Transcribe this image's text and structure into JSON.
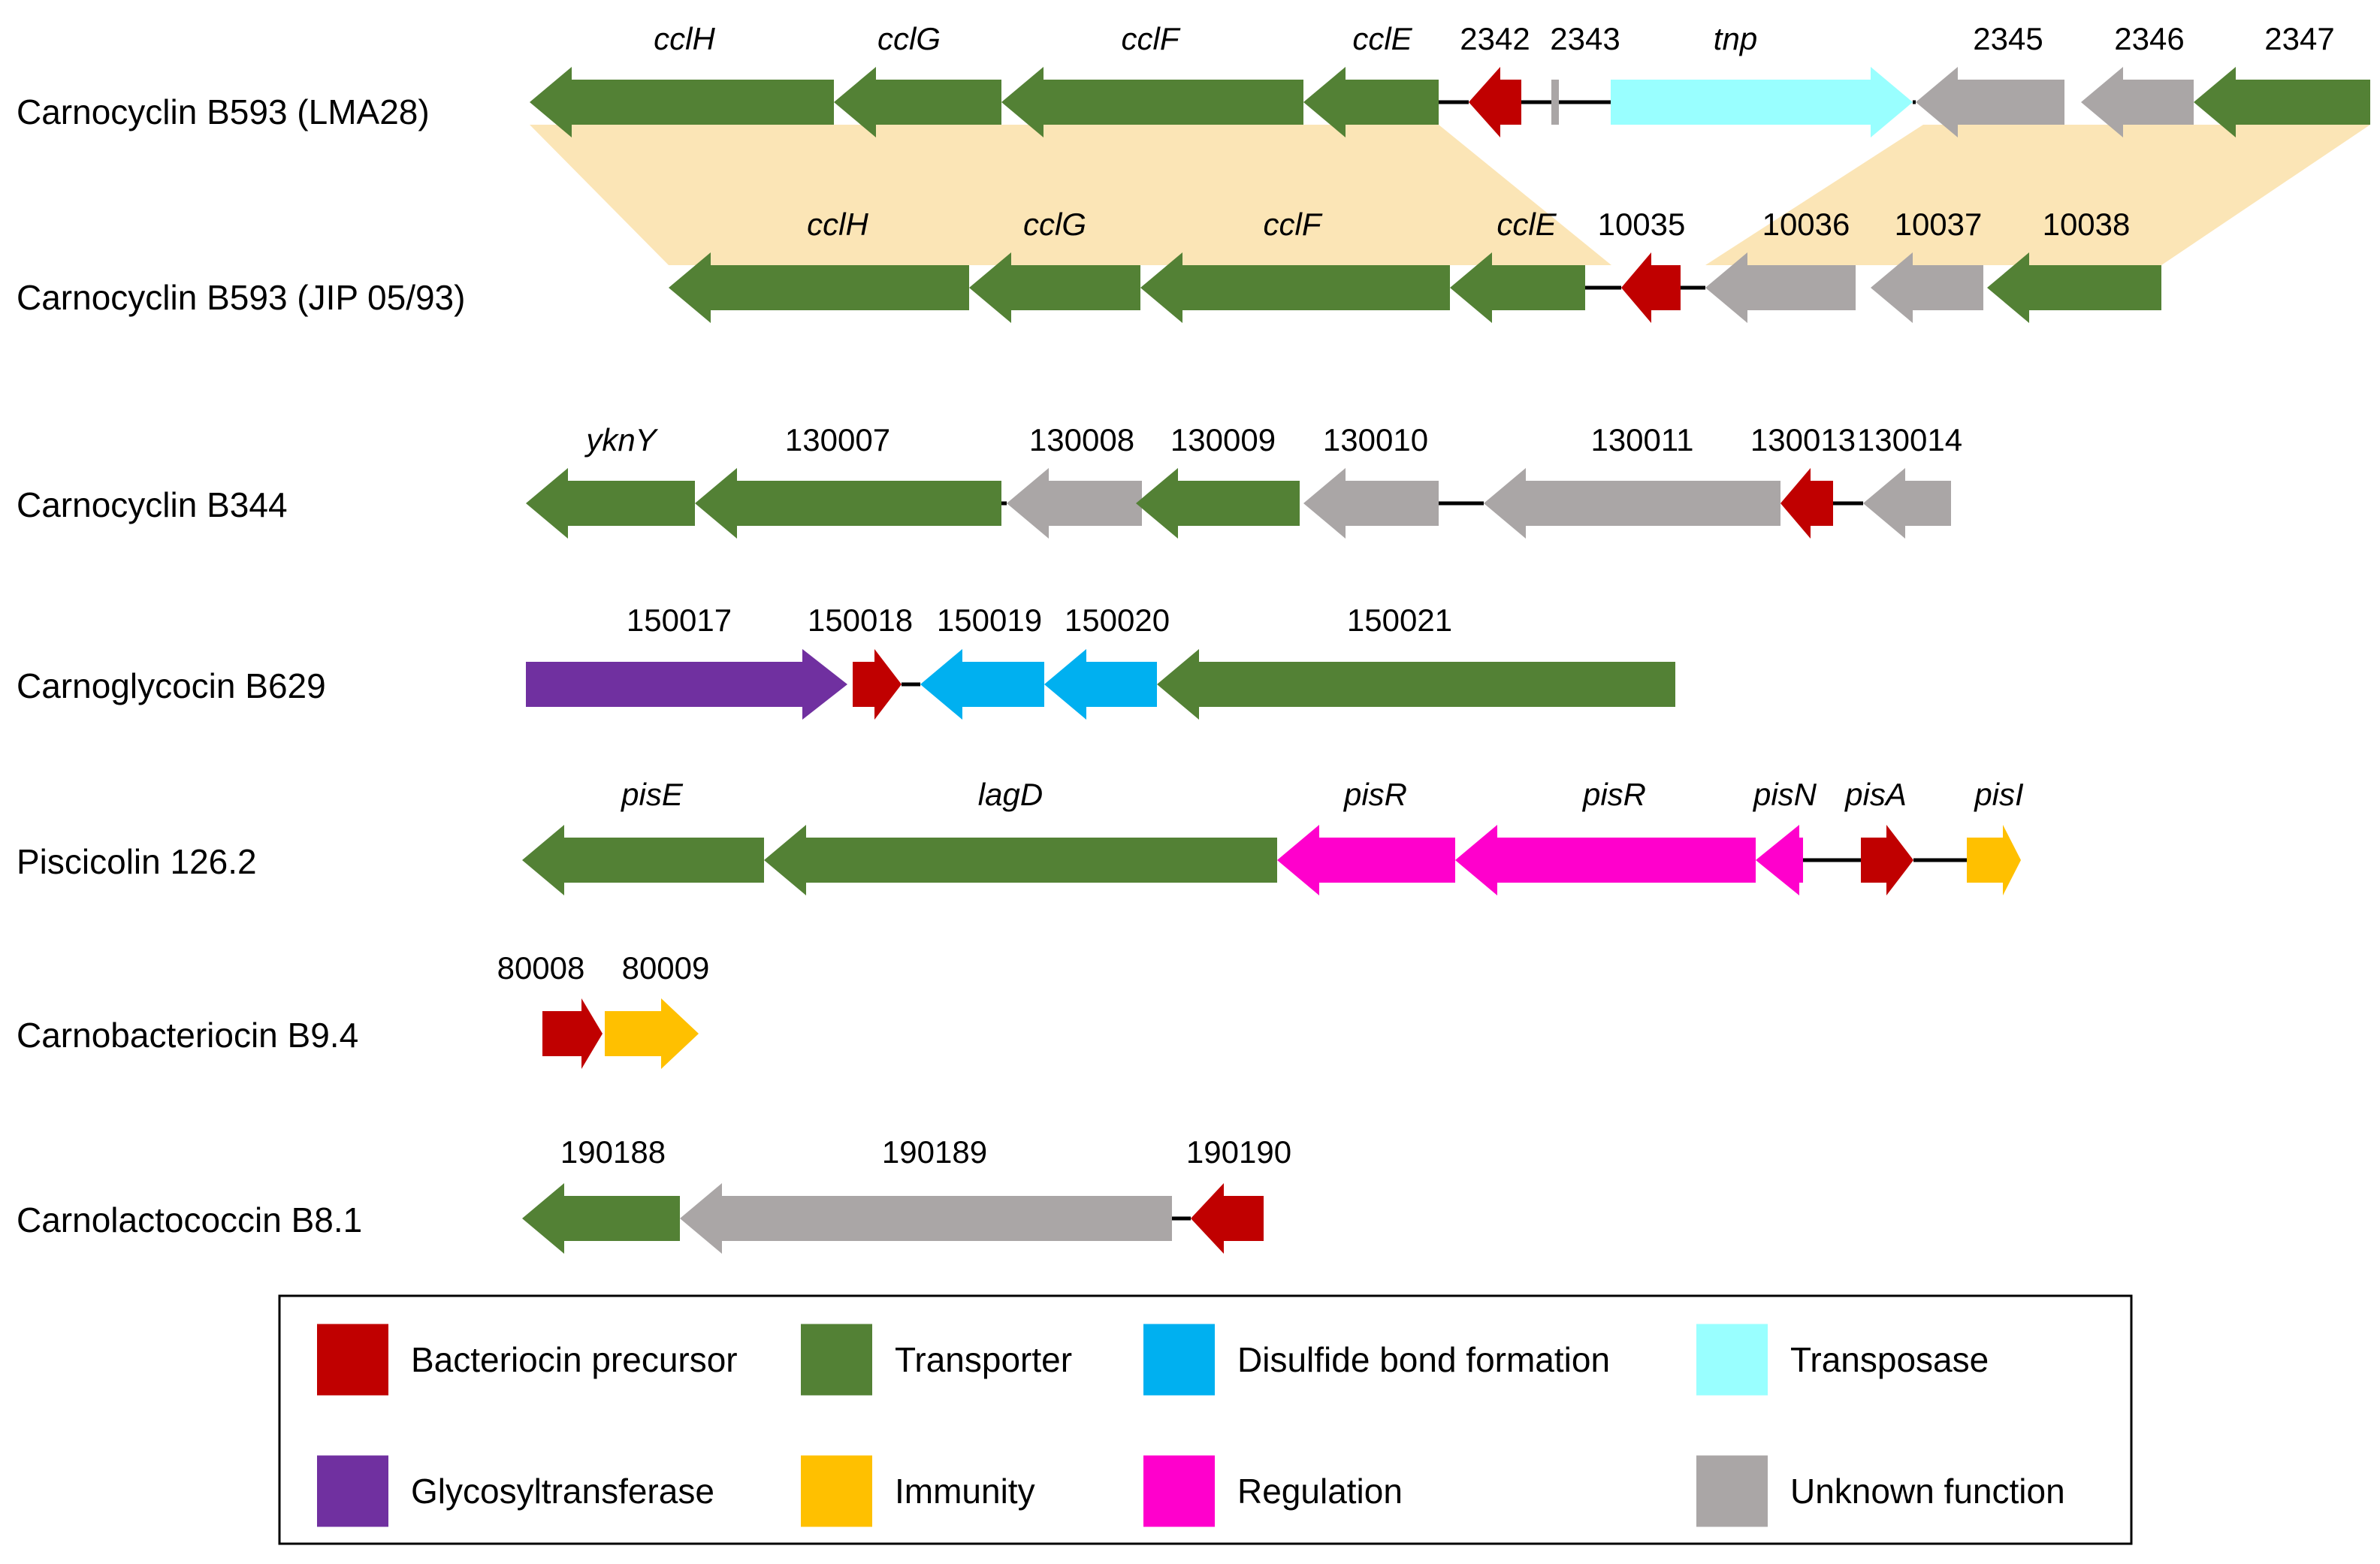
{
  "categories": {
    "precursor": {
      "label": "Bacteriocin precursor",
      "color": "#c00000"
    },
    "transporter": {
      "label": "Transporter",
      "color": "#538135"
    },
    "disulfide": {
      "label": "Disulfide bond formation",
      "color": "#00b0f0"
    },
    "transposase": {
      "label": "Transposase",
      "color": "#99ffff"
    },
    "glycosyl": {
      "label": "Glycosyltransferase",
      "color": "#7030a0"
    },
    "immunity": {
      "label": "Immunity",
      "color": "#ffc000"
    },
    "regulation": {
      "label": "Regulation",
      "color": "#ff00cc"
    },
    "unknown": {
      "label": "Unknown function",
      "color": "#aaa6a6"
    }
  },
  "legend_order": [
    [
      "precursor",
      "transporter",
      "disulfide",
      "transposase"
    ],
    [
      "glycosyl",
      "immunity",
      "regulation",
      "unknown"
    ]
  ],
  "clusters": [
    {
      "name": "Carnocyclin B593 (LMA28)",
      "genes": [
        {
          "label": "cclH",
          "italic": true,
          "cat": "transporter"
        },
        {
          "label": "cclG",
          "italic": true,
          "cat": "transporter"
        },
        {
          "label": "cclF",
          "italic": true,
          "cat": "transporter"
        },
        {
          "label": "cclE",
          "italic": true,
          "cat": "transporter"
        },
        {
          "label": "2342",
          "italic": false,
          "cat": "precursor"
        },
        {
          "label": "2343",
          "italic": false,
          "cat": "unknown"
        },
        {
          "label": "tnp",
          "italic": true,
          "cat": "transposase"
        },
        {
          "label": "2345",
          "italic": false,
          "cat": "unknown"
        },
        {
          "label": "2346",
          "italic": false,
          "cat": "unknown"
        },
        {
          "label": "2347",
          "italic": false,
          "cat": "transporter"
        }
      ]
    },
    {
      "name": "Carnocyclin B593 (JIP 05/93)",
      "genes": [
        {
          "label": "cclH",
          "italic": true,
          "cat": "transporter"
        },
        {
          "label": "cclG",
          "italic": true,
          "cat": "transporter"
        },
        {
          "label": "cclF",
          "italic": true,
          "cat": "transporter"
        },
        {
          "label": "cclE",
          "italic": true,
          "cat": "transporter"
        },
        {
          "label": "10035",
          "italic": false,
          "cat": "precursor"
        },
        {
          "label": "10036",
          "italic": false,
          "cat": "unknown"
        },
        {
          "label": "10037",
          "italic": false,
          "cat": "unknown"
        },
        {
          "label": "10038",
          "italic": false,
          "cat": "transporter"
        }
      ]
    },
    {
      "name": "Carnocyclin B344",
      "genes": [
        {
          "label": "yknY",
          "italic": true,
          "cat": "transporter"
        },
        {
          "label": "130007",
          "italic": false,
          "cat": "transporter"
        },
        {
          "label": "130008",
          "italic": false,
          "cat": "unknown"
        },
        {
          "label": "130009",
          "italic": false,
          "cat": "transporter"
        },
        {
          "label": "130010",
          "italic": false,
          "cat": "unknown"
        },
        {
          "label": "130011",
          "italic": false,
          "cat": "unknown"
        },
        {
          "label": "130013",
          "italic": false,
          "cat": "precursor"
        },
        {
          "label": "130014",
          "italic": false,
          "cat": "unknown"
        }
      ]
    },
    {
      "name": "Carnoglycocin B629",
      "genes": [
        {
          "label": "150017",
          "italic": false,
          "cat": "glycosyl"
        },
        {
          "label": "150018",
          "italic": false,
          "cat": "precursor"
        },
        {
          "label": "150019",
          "italic": false,
          "cat": "disulfide"
        },
        {
          "label": "150020",
          "italic": false,
          "cat": "disulfide"
        },
        {
          "label": "150021",
          "italic": false,
          "cat": "transporter"
        }
      ]
    },
    {
      "name": "Piscicolin 126.2",
      "genes": [
        {
          "label": "pisE",
          "italic": true,
          "cat": "transporter"
        },
        {
          "label": "lagD",
          "italic": true,
          "cat": "transporter"
        },
        {
          "label": "pisR",
          "italic": true,
          "cat": "regulation"
        },
        {
          "label": "pisR",
          "italic": true,
          "cat": "regulation"
        },
        {
          "label": "pisN",
          "italic": true,
          "cat": "regulation"
        },
        {
          "label": "pisA",
          "italic": true,
          "cat": "precursor"
        },
        {
          "label": "pisI",
          "italic": true,
          "cat": "immunity"
        }
      ]
    },
    {
      "name": "Carnobacteriocin B9.4",
      "genes": [
        {
          "label": "80008",
          "italic": false,
          "cat": "precursor"
        },
        {
          "label": "80009",
          "italic": false,
          "cat": "immunity"
        }
      ]
    },
    {
      "name": "Carnolactococcin B8.1",
      "genes": [
        {
          "label": "190188",
          "italic": false,
          "cat": "transporter"
        },
        {
          "label": "190189",
          "italic": false,
          "cat": "unknown"
        },
        {
          "label": "190190",
          "italic": false,
          "cat": "precursor"
        }
      ]
    }
  ],
  "synteny_color": "#fbe5b6"
}
